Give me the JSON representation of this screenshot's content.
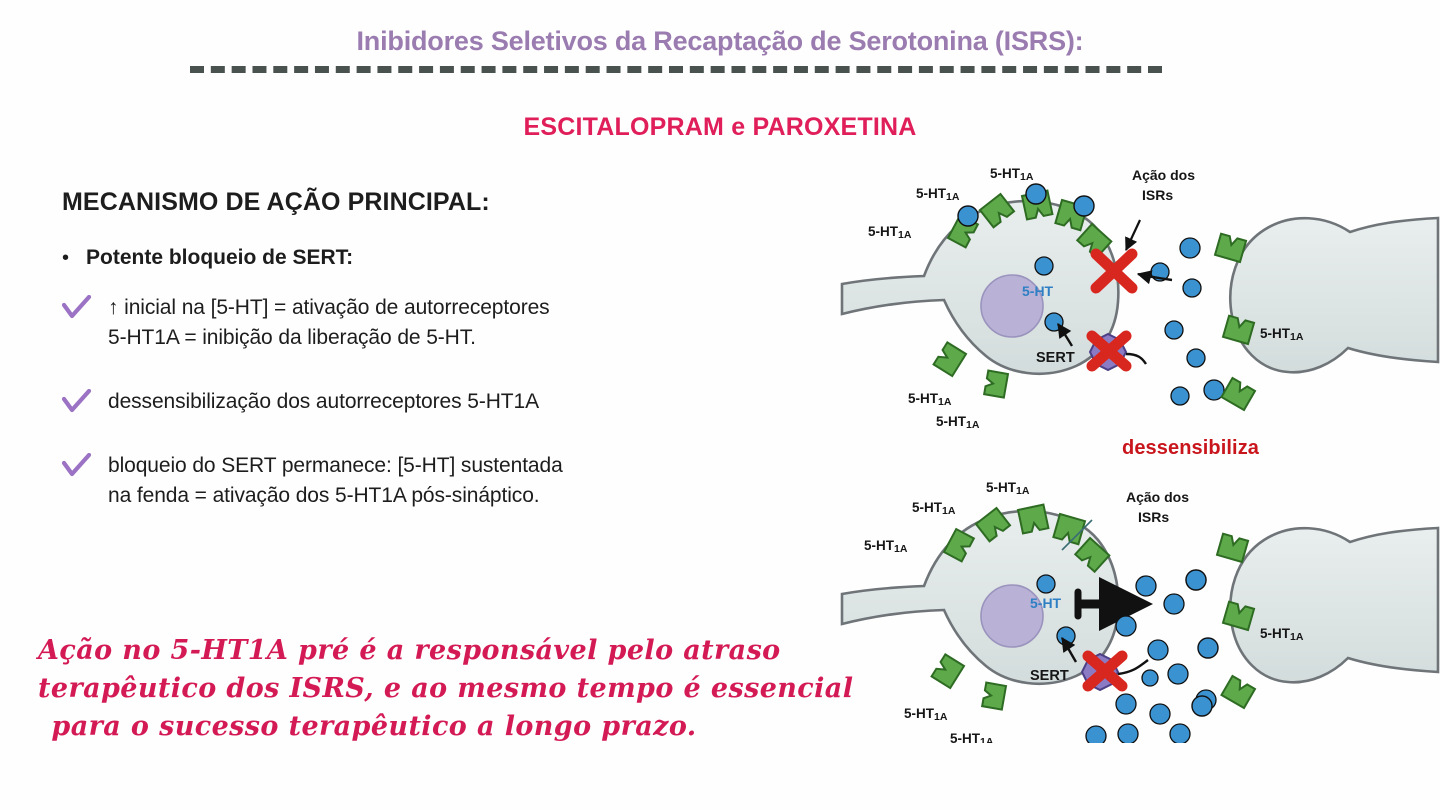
{
  "header": {
    "title": "Inibidores Seletivos da Recaptação de Serotonina (ISRS):",
    "subtitle": "ESCITALOPRAM e PAROXETINA",
    "title_color": "#9b7cb0",
    "subtitle_color": "#e01e5a",
    "rule_color": "#4a5250"
  },
  "content": {
    "section_heading": "MECANISMO DE AÇÃO PRINCIPAL:",
    "bullet_marker": "•",
    "bullet_label": "Potente bloqueio de SERT:",
    "checks": [
      {
        "line1": "↑ inicial na [5-HT] = ativação de autorreceptores",
        "line2": "5-HT1A = inibição da liberação de 5-HT."
      },
      {
        "line1": "dessensibilização dos autorreceptores 5-HT1A",
        "line2": ""
      },
      {
        "line1": "bloqueio do SERT permanece: [5-HT] sustentada",
        "line2": "na fenda = ativação dos 5-HT1A pós-sináptico."
      }
    ],
    "check_color": "#9b72c4"
  },
  "quote": {
    "line1": "Ação no 5-HT1A pré é a responsável pelo atraso",
    "line2": "terapêutico dos ISRS, e ao mesmo tempo é essencial",
    "line3": "para o sucesso terapêutico a longo prazo.",
    "color": "#d41a55"
  },
  "annotation": {
    "dessensibiliza": "dessensibiliza",
    "color": "#c9161d"
  },
  "diagram": {
    "labels": {
      "receptor": "5-HT",
      "receptor_sub": "1A",
      "acao_line1": "Ação dos",
      "acao_line2": "ISRs",
      "serotonin": "5-HT",
      "sert": "SERT"
    },
    "colors": {
      "neuron_fill": "#dfe6e6",
      "neuron_stroke": "#6e7478",
      "nucleus_fill": "#b9b2d6",
      "receptor_fill": "#5eaa4b",
      "receptor_stroke": "#2e6b23",
      "vesicle_fill": "#3b92d1",
      "vesicle_stroke": "#1b1b1b",
      "sert_fill": "#8b7bc4",
      "sert_stroke": "#4b3f86",
      "red_x": "#d8271f",
      "text": "#161616"
    },
    "top_panel": {
      "name": "acute-phase-panel",
      "receptor_labels_presyn": 5,
      "receptor_labels_postsyn": 1
    },
    "bottom_panel": {
      "name": "chronic-phase-panel",
      "receptor_labels_presyn": 5,
      "receptor_labels_postsyn": 1
    }
  }
}
